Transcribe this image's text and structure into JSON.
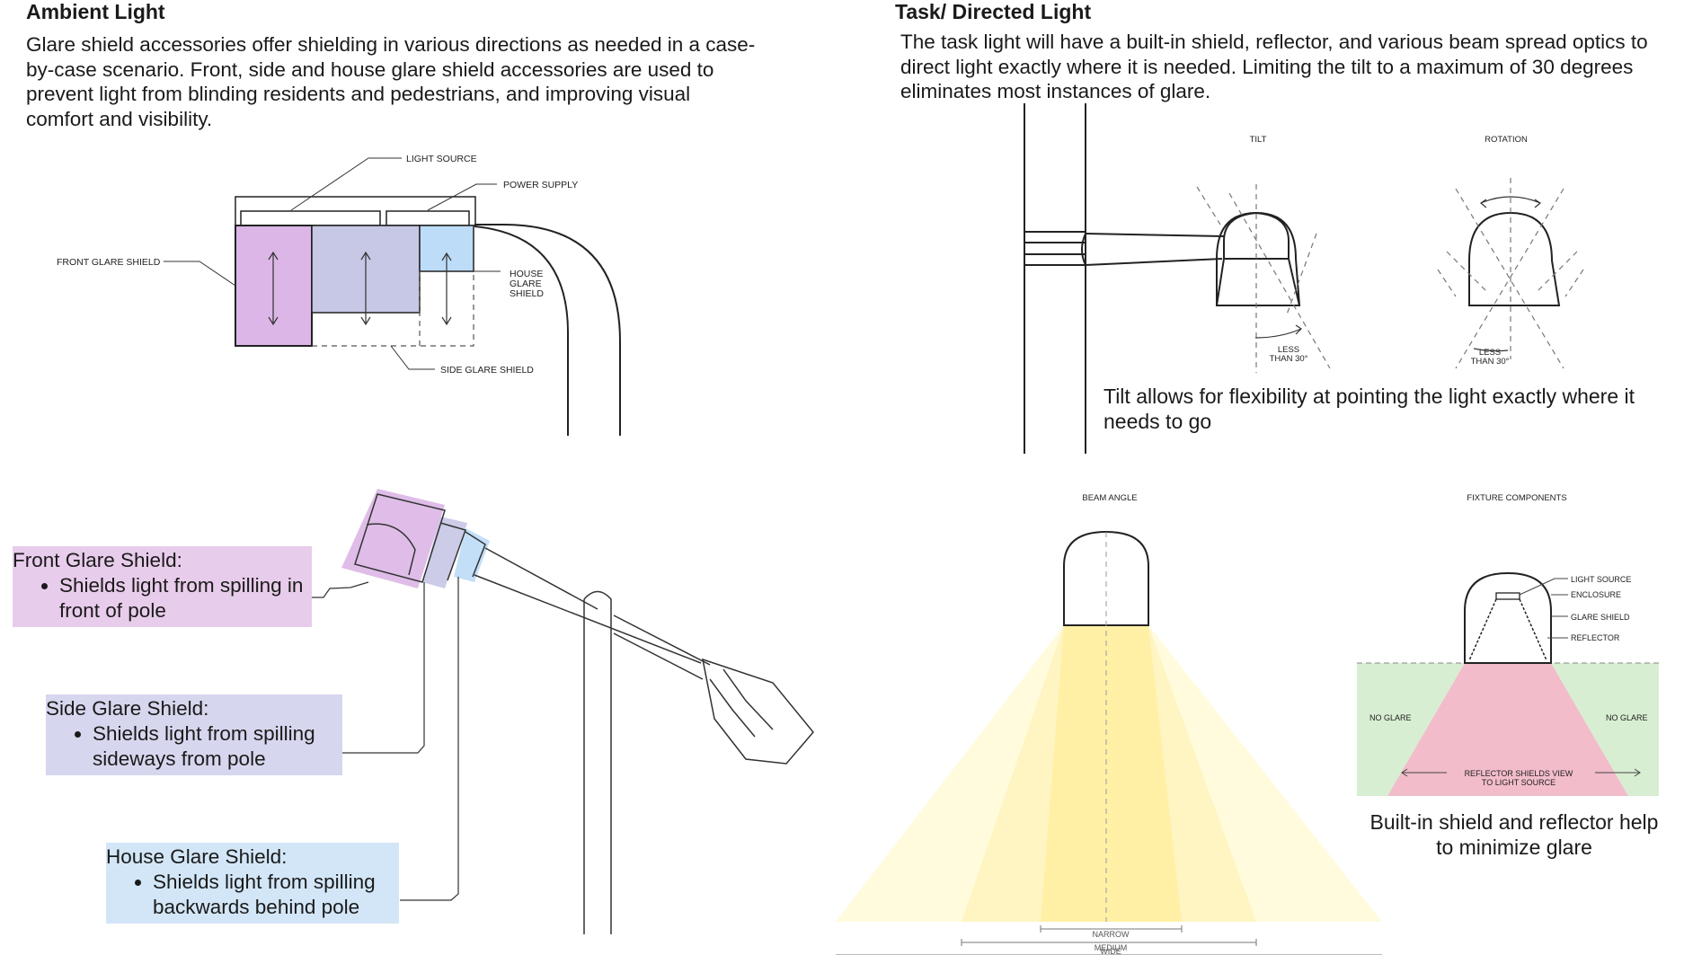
{
  "ambient": {
    "heading": "Ambient Light",
    "paragraph": "Glare shield accessories offer shielding in various directions as needed in a case-by-case scenario. Front, side and house glare shield accessories are used to prevent light from blinding residents and pedestrians, and improving visual comfort and visibility.",
    "labels": {
      "light_source": "LIGHT SOURCE",
      "power_supply": "POWER SUPPLY",
      "front_glare_shield": "FRONT GLARE SHIELD",
      "house_glare_shield_1": "HOUSE",
      "house_glare_shield_2": "GLARE",
      "house_glare_shield_3": "SHIELD",
      "side_glare_shield": "SIDE GLARE SHIELD"
    }
  },
  "task": {
    "heading": "Task/ Directed Light",
    "paragraph": "The task light will have a built-in shield, reflector, and various beam spread optics to direct light exactly where it is needed. Limiting the tilt to a maximum of 30 degrees eliminates most instances of glare.",
    "tilt_label": "TILT",
    "rotation_label": "ROTATION",
    "less_than_1": "LESS",
    "less_than_2": "THAN 30°",
    "tilt_caption": "Tilt allows for flexibility at pointing the light exactly where it needs to go"
  },
  "shields": {
    "front": {
      "title": "Front Glare Shield:",
      "bullet": "Shields light from spilling in front of pole",
      "color": "#e8cceb"
    },
    "side": {
      "title": "Side Glare Shield:",
      "bullet": "Shields light from spilling sideways from pole",
      "color": "#d6d6ee"
    },
    "house": {
      "title": "House Glare Shield:",
      "bullet": "Shields light from spilling backwards behind pole",
      "color": "#d2e6f7"
    }
  },
  "beam": {
    "label": "BEAM ANGLE",
    "narrow": "NARROW",
    "medium": "MEDIUM",
    "wide": "WIDE"
  },
  "fixture": {
    "label": "FIXTURE COMPONENTS",
    "light_source": "LIGHT SOURCE",
    "enclosure": "ENCLOSURE",
    "glare_shield": "GLARE SHIELD",
    "reflector": "REFLECTOR",
    "no_glare_left": "NO GLARE",
    "no_glare_right": "NO GLARE",
    "reflector_view_1": "REFLECTOR SHIELDS VIEW",
    "reflector_view_2": "TO LIGHT SOURCE",
    "caption": "Built-in shield and reflector help to minimize glare"
  },
  "colors": {
    "front_shield": "#dbb6e6",
    "side_shield": "#c7c7e6",
    "house_shield": "#bcdcf7",
    "no_glare": "#d8eed2",
    "glare_zone": "#f2bcca",
    "beam_wide": "#fffbdc",
    "beam_medium": "#fff5c2",
    "beam_narrow": "#fff0a6"
  }
}
